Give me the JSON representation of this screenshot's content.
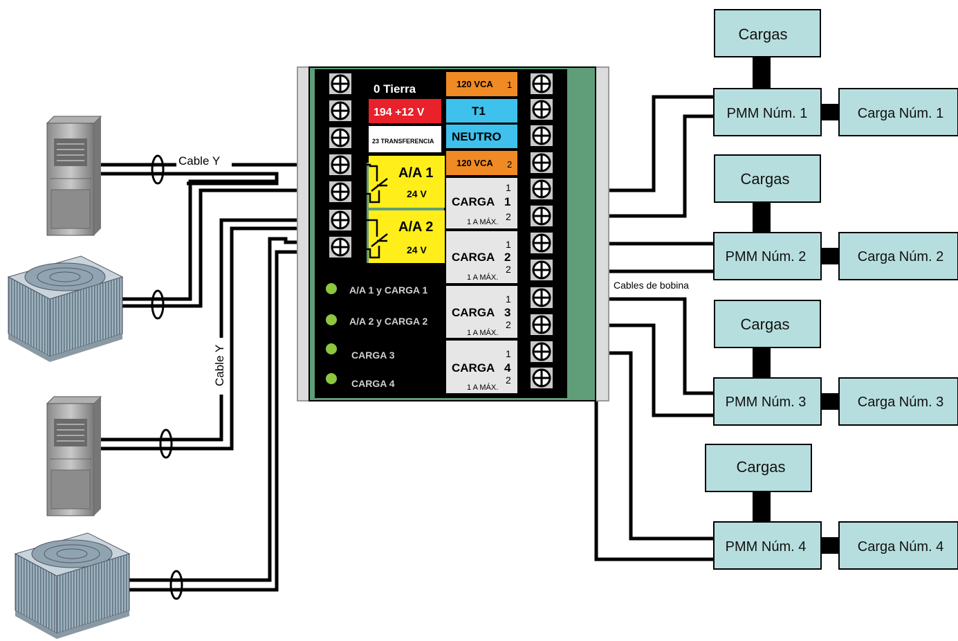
{
  "colors": {
    "box_fill": "#b7dede",
    "board_green": "#5f9e78",
    "board_frame": "#dcdcdc",
    "terminal_fill": "#c8c8c8",
    "orange": "#f08a24",
    "red": "#e8212b",
    "cyan": "#3ec1ec",
    "yellow": "#ffee1a",
    "load_bg": "#e6e6e6",
    "led": "#8dc63f"
  },
  "board": {
    "left_labels": {
      "ground": "0 Tierra",
      "power": "194 +12 V",
      "transfer": "23 TRANSFERENCIA",
      "ac1": "A/A 1",
      "ac2": "A/A 2",
      "volt": "24 V"
    },
    "right_labels": {
      "vac1": "120 VCA",
      "vac1_num": "1",
      "t1": "T1",
      "neutral": "NEUTRO",
      "vac2": "120 VCA",
      "vac2_num": "2"
    },
    "loads": [
      {
        "label": "CARGA",
        "num": "1",
        "max": "1 A MÁX.",
        "t1": "1",
        "t2": "2"
      },
      {
        "label": "CARGA",
        "num": "2",
        "max": "1 A MÁX.",
        "t1": "1",
        "t2": "2"
      },
      {
        "label": "CARGA",
        "num": "3",
        "max": "1 A MÁX.",
        "t1": "1",
        "t2": "2"
      },
      {
        "label": "CARGA",
        "num": "4",
        "max": "1 A MÁX.",
        "t1": "1",
        "t2": "2"
      }
    ],
    "leds": [
      "A/A 1 y CARGA 1",
      "A/A 2 y CARGA 2",
      "CARGA 3",
      "CARGA 4"
    ]
  },
  "labels": {
    "cable_y_top": "Cable Y",
    "cable_y_vertical": "Cable Y",
    "coil_cables": "Cables de bobina"
  },
  "pmm": [
    {
      "cargas": "Cargas",
      "pmm": "PMM Núm. 1",
      "carga": "Carga Núm. 1"
    },
    {
      "cargas": "Cargas",
      "pmm": "PMM Núm. 2",
      "carga": "Carga Núm. 2"
    },
    {
      "cargas": "Cargas",
      "pmm": "PMM Núm. 3",
      "carga": "Carga Núm. 3"
    },
    {
      "cargas": "Cargas",
      "pmm": "PMM Núm. 4",
      "carga": "Carga Núm. 4"
    }
  ],
  "icons": [
    "furnace-icon",
    "ac-condenser-icon",
    "furnace-icon",
    "ac-condenser-icon",
    "terminal-screw-icon",
    "relay-contact-icon",
    "led-indicator-icon"
  ]
}
